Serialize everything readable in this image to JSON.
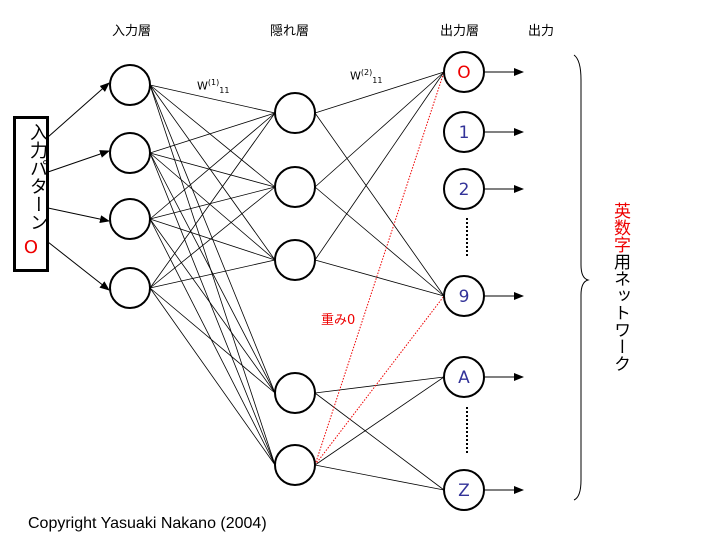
{
  "headers": {
    "input_layer": "入力層",
    "hidden_layer": "隠れ層",
    "output_layer": "出力層",
    "output": "出力"
  },
  "input_box": {
    "label": "入力パターン",
    "value": "O"
  },
  "weights": {
    "w1": {
      "base": "W",
      "sup": "(1)",
      "sub": "11"
    },
    "w2": {
      "base": "W",
      "sup": "(2)",
      "sub": "11"
    },
    "zero_label": "重み0"
  },
  "output_nodes": [
    "O",
    "1",
    "2",
    "9",
    "A",
    "Z"
  ],
  "network_label": {
    "red": "英数字",
    "black": "用ネットワーク"
  },
  "copyright": "Copyright Yasuaki Nakano (2004)",
  "colors": {
    "output_text": "#333399",
    "first_output": "#ee0000",
    "zero_weight": "#ee0000"
  }
}
